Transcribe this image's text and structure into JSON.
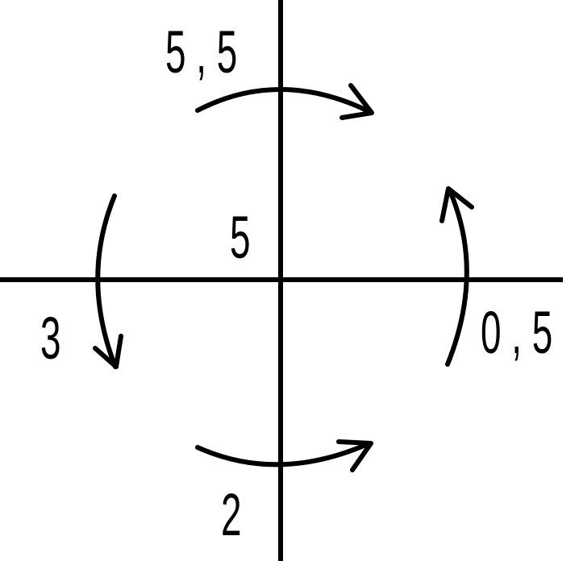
{
  "labels": {
    "top_left": "5 , 5",
    "center": "5",
    "left": "3",
    "right": "0 , 5",
    "bottom": "2"
  },
  "colors": {
    "stroke": "#000000",
    "background": "#ffffff"
  }
}
